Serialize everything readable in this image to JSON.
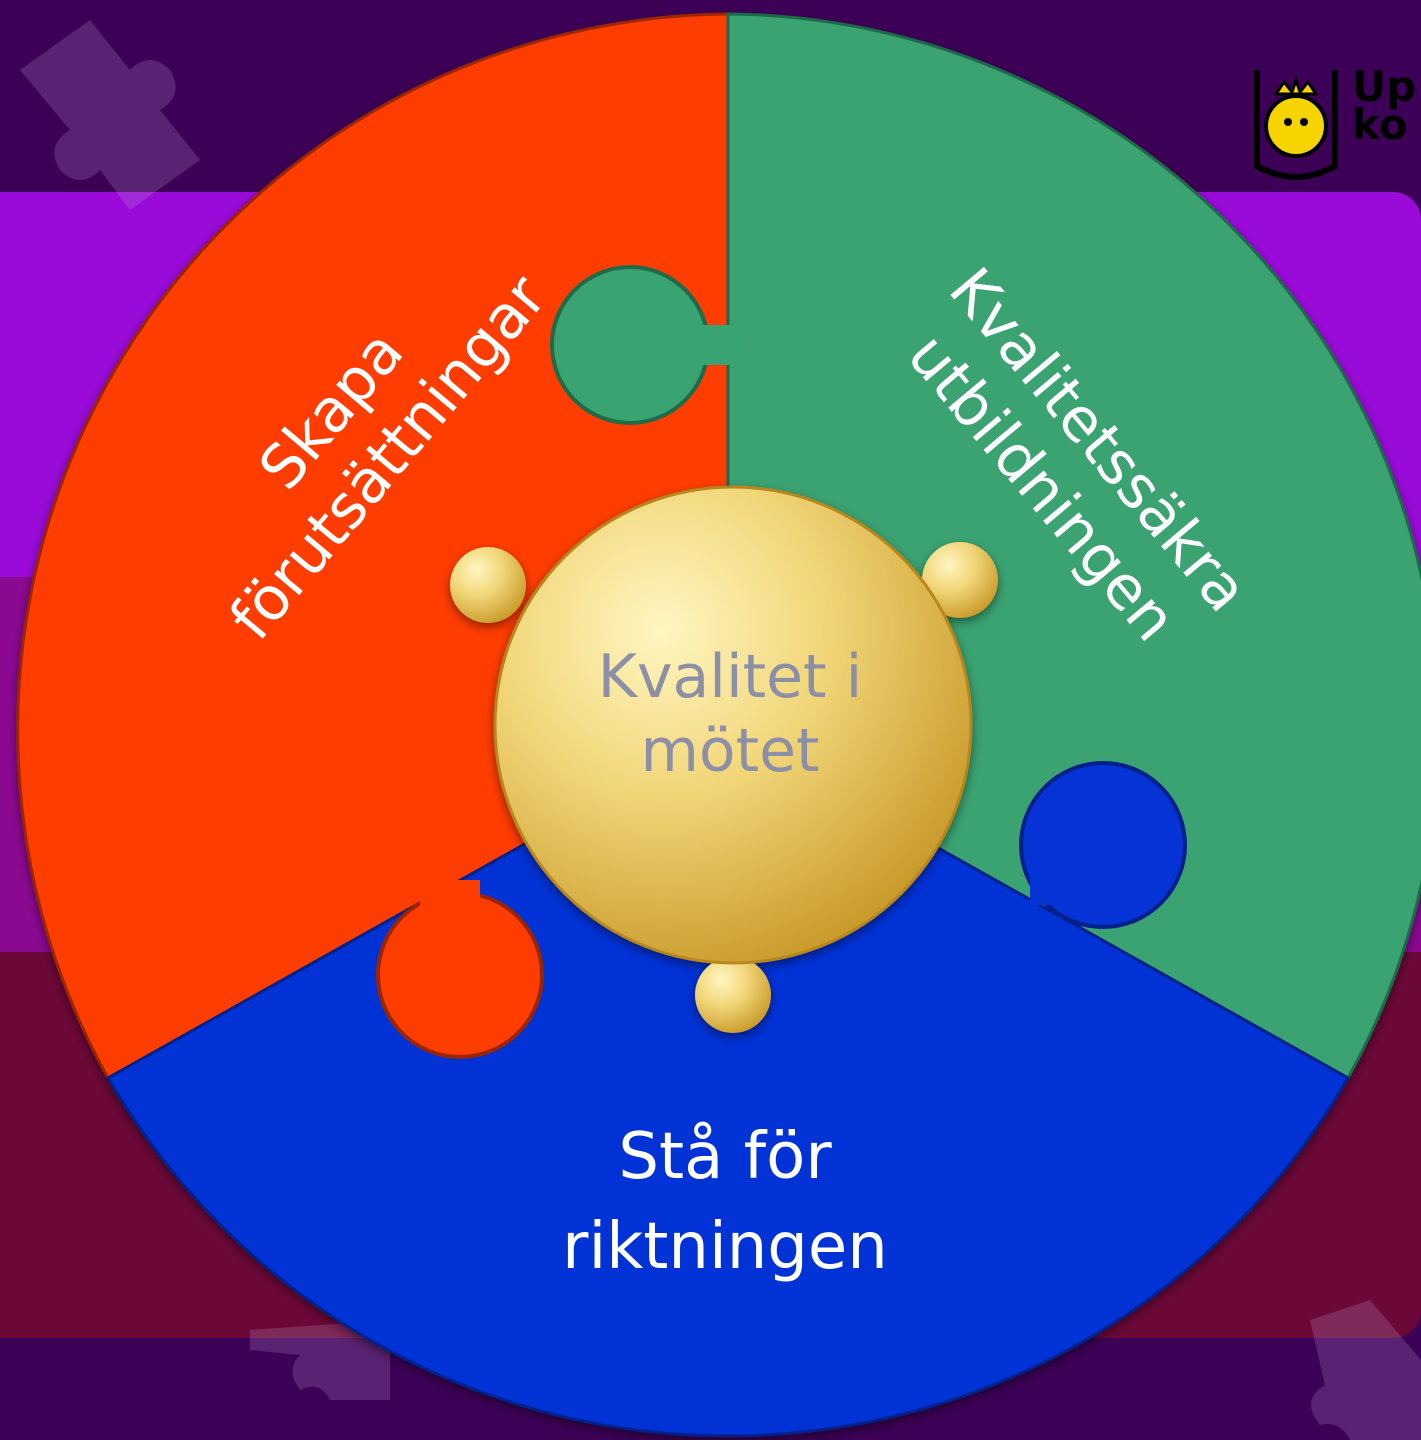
{
  "diagram": {
    "segments": [
      {
        "name": "Skapa förutsättningar",
        "line1": "Skapa",
        "line2": "förutsättningar",
        "color": "#ff3d00"
      },
      {
        "name": "Kvalitetssäkra utbildningen",
        "line1": "Kvalitetssäkra",
        "line2": "utbildningen",
        "color": "#3aa372"
      },
      {
        "name": "Stå för riktningen",
        "line1": "Stå för",
        "line2": "riktningen",
        "color": "#0533d6"
      }
    ],
    "center": {
      "line1": "Kvalitet i",
      "line2": "mötet",
      "color": "#e8c55a"
    }
  },
  "logo": {
    "line1": "Up",
    "line2": "ko"
  },
  "colors": {
    "background": "#3d0057",
    "band_top": "#9a0bd9",
    "band_mid": "#8b0991",
    "band_bot": "#6c0838"
  }
}
